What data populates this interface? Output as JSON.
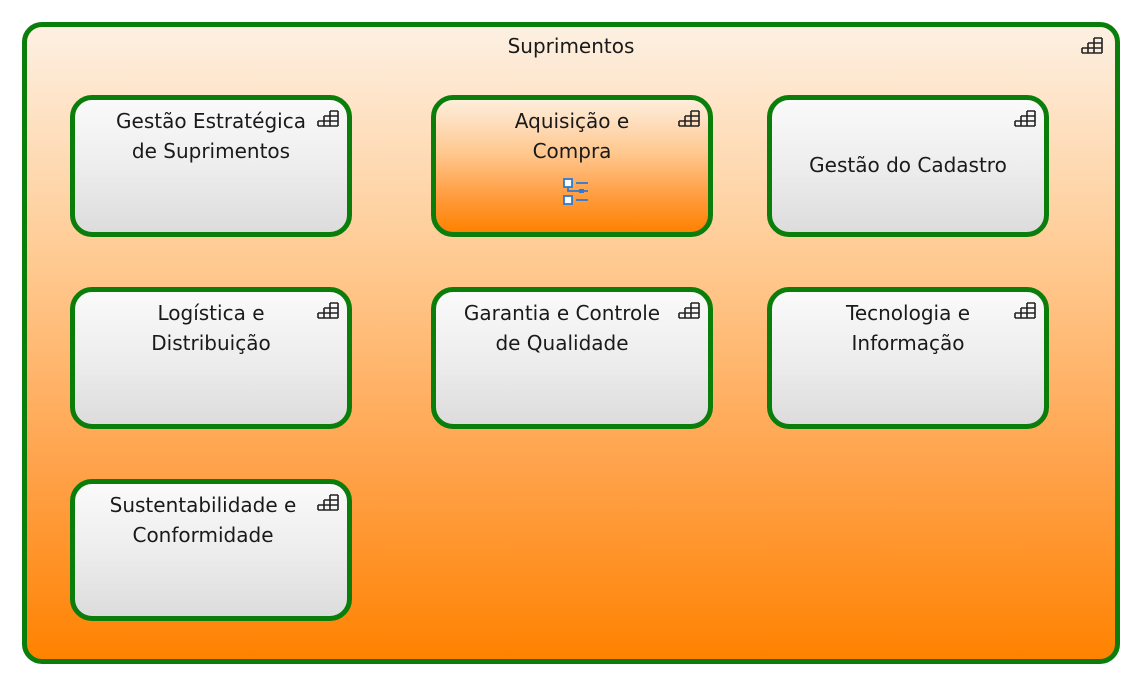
{
  "diagram": {
    "container": {
      "title": "Suprimentos",
      "border_color": "#0a7d0a",
      "icon": "aggregation-grid-icon"
    },
    "boxes": [
      {
        "label": "Gestão Estratégica\nde Suprimentos",
        "icon": "aggregation-grid-icon",
        "highlighted": false
      },
      {
        "label": "Aquisição e\nCompra",
        "icon": "aggregation-grid-icon",
        "extra_icon": "list-hierarchy-icon",
        "highlighted": true
      },
      {
        "label": "Gestão do Cadastro",
        "icon": "aggregation-grid-icon",
        "highlighted": false
      },
      {
        "label": "Logística e\nDistribuição",
        "icon": "aggregation-grid-icon",
        "highlighted": false
      },
      {
        "label": "Garantia e Controle\nde Qualidade",
        "icon": "aggregation-grid-icon",
        "highlighted": false
      },
      {
        "label": "Tecnologia e\nInformação",
        "icon": "aggregation-grid-icon",
        "highlighted": false
      },
      {
        "label": "Sustentabilidade e\nConformidade",
        "icon": "aggregation-grid-icon",
        "highlighted": false
      }
    ],
    "colors": {
      "border": "#0a7d0a",
      "orange": "#ff8200",
      "gray_box": "#e6e6e6",
      "list_icon": "#2b7bd6"
    }
  }
}
